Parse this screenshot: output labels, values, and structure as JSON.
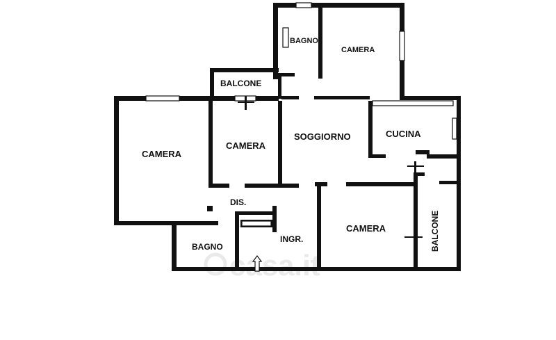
{
  "rooms": {
    "bagno_top": "BAGNO",
    "camera_top_right": "CAMERA",
    "balcone_top": "BALCONE",
    "camera_left": "CAMERA",
    "camera_middle": "CAMERA",
    "soggiorno": "SOGGIORNO",
    "cucina": "CUCINA",
    "dis": "DIS.",
    "bagno_bottom": "BAGNO",
    "ingr": "INGR.",
    "camera_bottom_right": "CAMERA",
    "balcone_right": "BALCONE"
  },
  "watermark": "casa.it",
  "colors": {
    "wall": "#111111",
    "background": "#ffffff",
    "watermark": "#eaeaea"
  }
}
